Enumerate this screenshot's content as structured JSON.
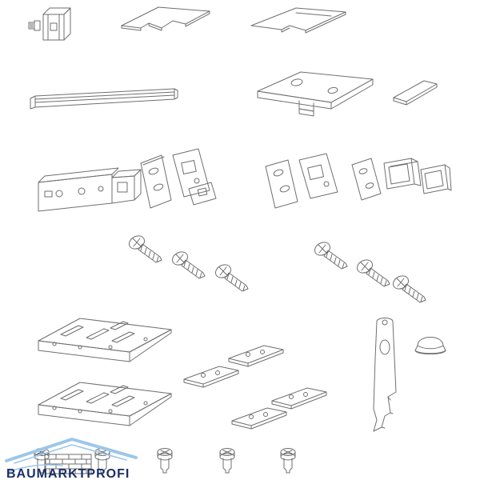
{
  "page": {
    "background": "#ffffff",
    "line_color": "#6f6f6f"
  },
  "watermark": {
    "brand": "BAUMARKTPROFI",
    "logo_color": "#9cc7e8",
    "text_color": "#1b2e66"
  },
  "parts": [
    {
      "name": "corner-mounting-block",
      "qty": 1
    },
    {
      "name": "flat-bracket-plate-notched",
      "qty": 1
    },
    {
      "name": "flat-bracket-plate-stepped",
      "qty": 1
    },
    {
      "name": "profile-rail",
      "qty": 1
    },
    {
      "name": "cover-plate-with-holes",
      "qty": 1
    },
    {
      "name": "thin-shim-plate",
      "qty": 1
    },
    {
      "name": "left-hinge-bracket",
      "qty": 1
    },
    {
      "name": "perforated-link-plates-left",
      "qty": 1
    },
    {
      "name": "perforated-link-plates-right",
      "qty": 1
    },
    {
      "name": "right-hinge-cup-assembly",
      "qty": 1
    },
    {
      "name": "euro-screw",
      "qty": 6
    },
    {
      "name": "slotted-wedge-ramp",
      "qty": 2
    },
    {
      "name": "small-plate-two-holes",
      "qty": 4
    },
    {
      "name": "vertical-hook-bracket",
      "qty": 1
    },
    {
      "name": "end-cap",
      "qty": 1
    },
    {
      "name": "expansion-fastener",
      "qty": 5
    }
  ]
}
